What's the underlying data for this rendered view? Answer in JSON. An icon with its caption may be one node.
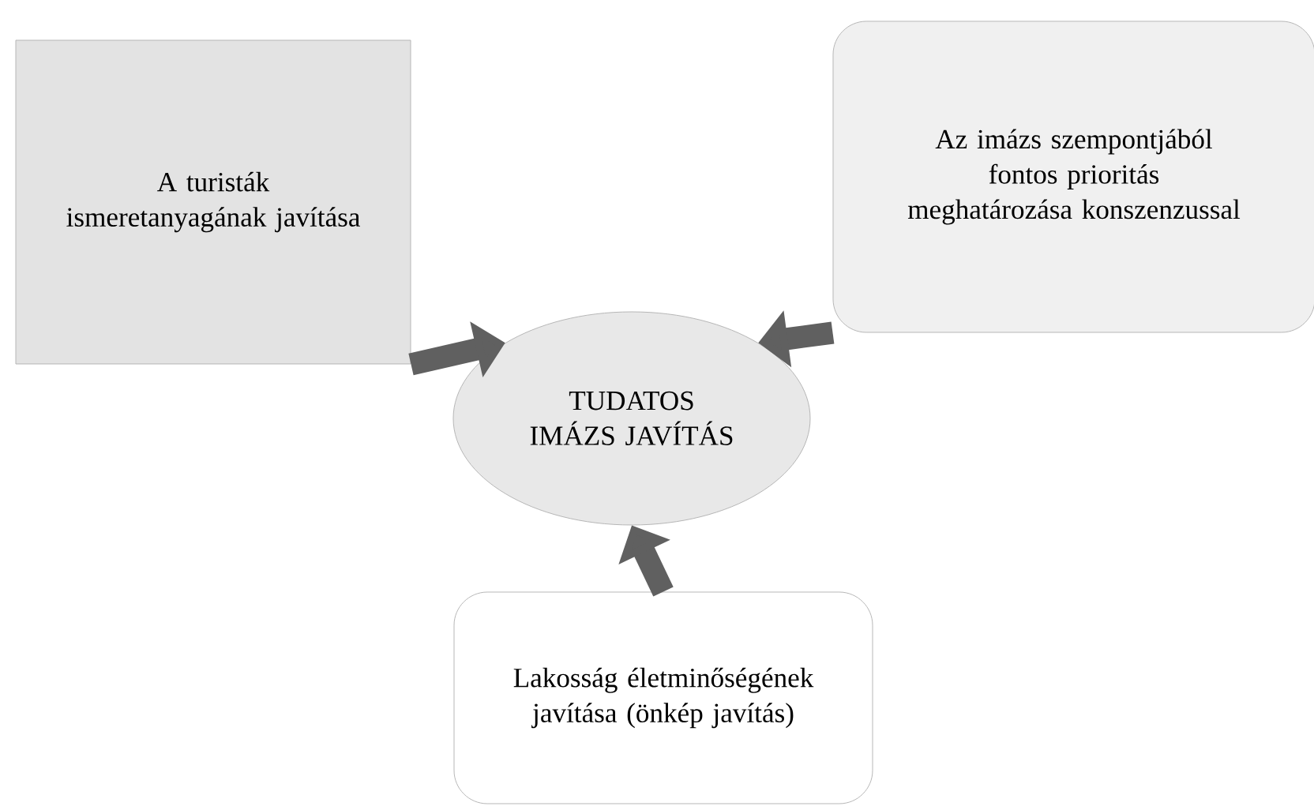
{
  "diagram": {
    "nodes": [
      {
        "text": [
          "A turisták ismeretanyagának javítása"
        ]
      },
      {
        "text": [
          "Az imázs szempontjából fontos prioritás meghatározása konszenzussal"
        ]
      },
      {
        "text": [
          "TUDATOS IMÁZS JAVÍTÁS"
        ]
      },
      {
        "text": [
          "Lakosság életminőségének javítása (önkép javítás)"
        ]
      }
    ],
    "edges": [
      {
        "from": 0,
        "to": 2,
        "arrow": "to"
      },
      {
        "from": 1,
        "to": 2,
        "arrow": "to"
      },
      {
        "from": 3,
        "to": 2,
        "arrow": "to"
      }
    ]
  }
}
